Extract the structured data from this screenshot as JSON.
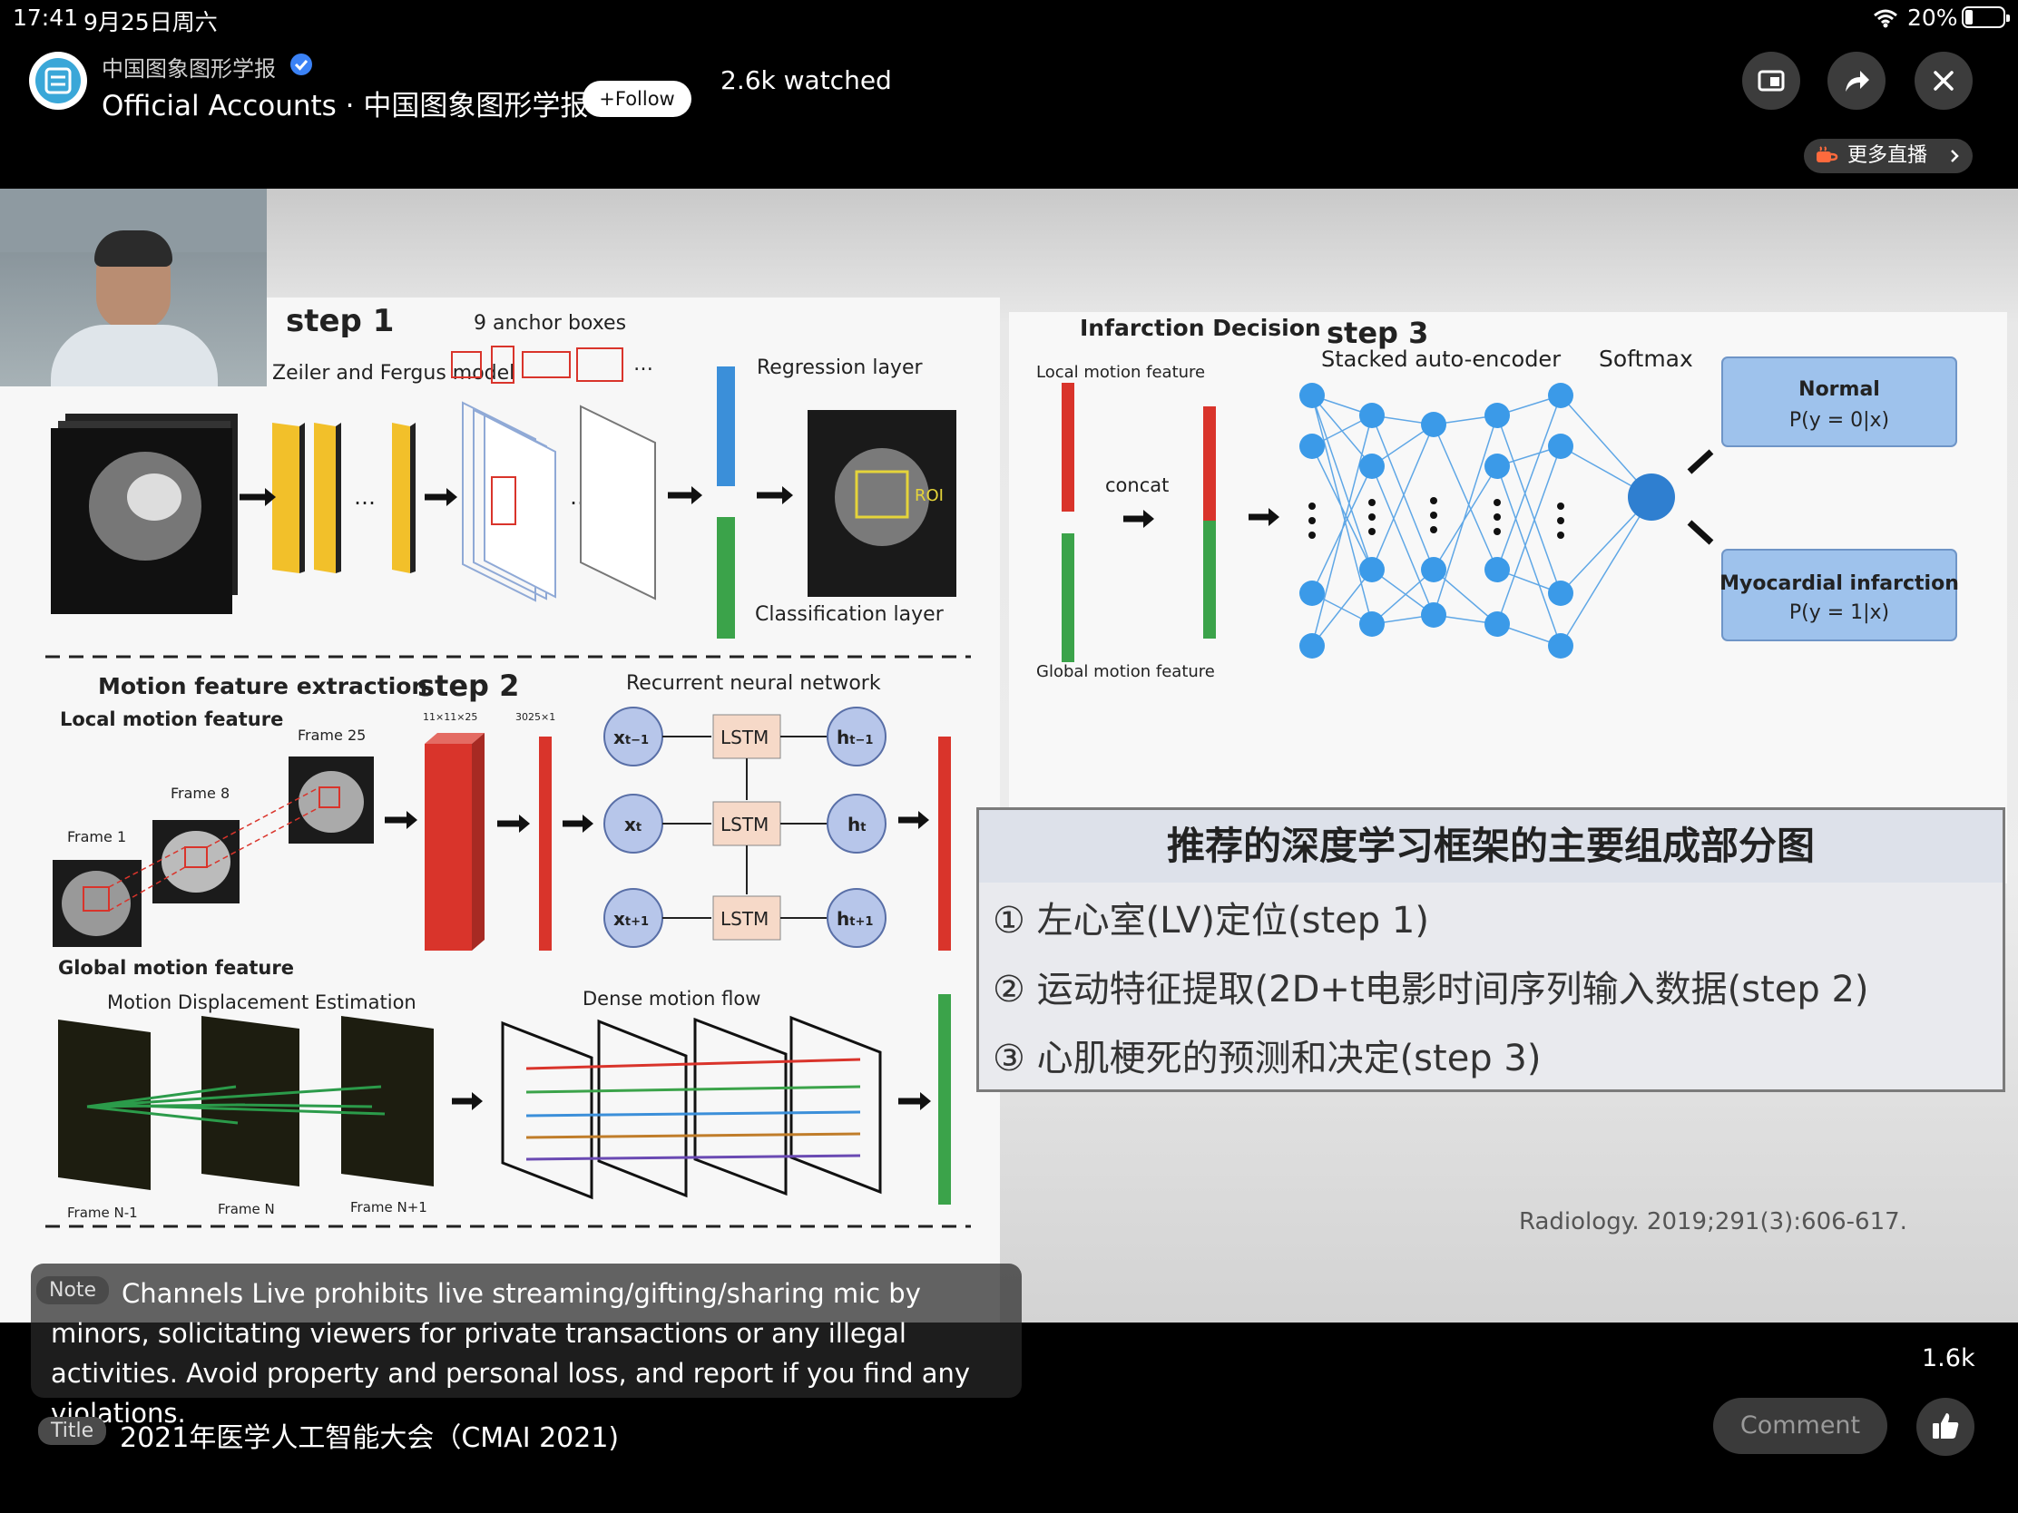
{
  "status_bar": {
    "time": "17:41",
    "date": "9月25日周六",
    "battery": "20%"
  },
  "header": {
    "account_name": "中国图象图形学报",
    "account_line": "Official Accounts · 中国图象图形学报",
    "follow_label": "+Follow",
    "watched": "2.6k watched",
    "more_live": "更多直播"
  },
  "slide": {
    "step1": {
      "label": "step 1",
      "model": "Zeiler and Fergus model",
      "anchors": "9 anchor boxes",
      "regression": "Regression layer",
      "classification": "Classification layer",
      "roi": "ROI"
    },
    "step2": {
      "section": "Motion feature extraction",
      "label": "step 2",
      "rnn": "Recurrent neural network",
      "local": "Local motion feature",
      "global": "Global motion feature",
      "mde": "Motion Displacement Estimation",
      "dense": "Dense motion flow",
      "dim1": "11×11×25",
      "dim2": "3025×1",
      "frame1": "Frame 1",
      "frame8": "Frame 8",
      "frame25": "Frame 25",
      "frameNm1": "Frame N-1",
      "frameN": "Frame N",
      "frameNp1": "Frame N+1",
      "lstm": "LSTM"
    },
    "step3": {
      "section": "Infarction Decision",
      "label": "step 3",
      "sae": "Stacked auto-encoder",
      "softmax": "Softmax",
      "local": "Local motion feature",
      "global": "Global motion feature",
      "concat": "concat",
      "normal": "Normal",
      "normal_p": "P(y = 0|x)",
      "mi": "Myocardial infarction",
      "mi_p": "P(y = 1|x)"
    },
    "caption": {
      "title": "推荐的深度学习框架的主要组成部分图",
      "items": [
        "① 左心室(LV)定位(step 1)",
        "② 运动特征提取(2D+t电影时间序列输入数据(step 2)",
        "③ 心肌梗死的预测和决定(step 3)"
      ]
    },
    "citation": "Radiology. 2019;291(3):606-617."
  },
  "note": {
    "tag": "Note",
    "text": "Channels Live prohibits live streaming/gifting/sharing mic by minors, solicitating viewers for private transactions or any illegal activities. Avoid property and personal loss, and report if you find any violations."
  },
  "title": {
    "tag": "Title",
    "text": "2021年医学人工智能大会（CMAI 2021)"
  },
  "likes": "1.6k",
  "comment_label": "Comment",
  "colors": {
    "accent_red": "#d9342b",
    "accent_green": "#3ba34a",
    "accent_blue": "#3b8fd9",
    "node_blue": "#2f86d8"
  },
  "icons": [
    "wifi-icon",
    "battery-icon",
    "verified-icon",
    "pip-icon",
    "share-icon",
    "close-icon",
    "coffee-icon",
    "chevron-right-icon",
    "thumbs-up-icon"
  ]
}
